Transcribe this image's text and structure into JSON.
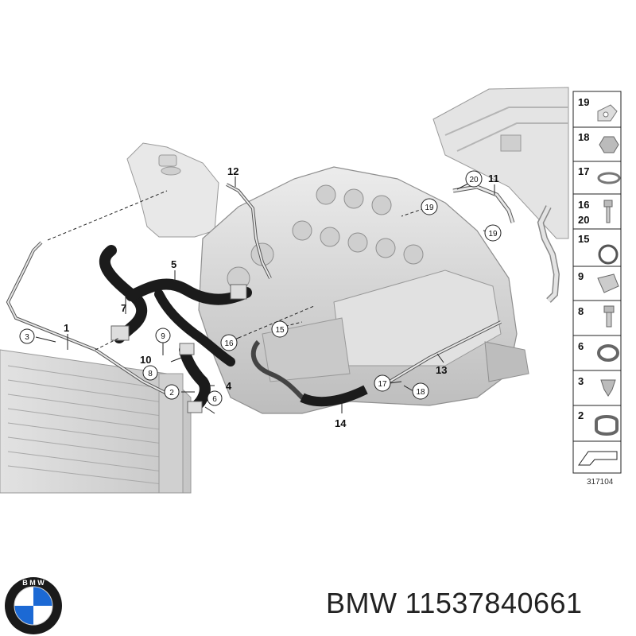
{
  "callouts": {
    "c1": "1",
    "c3": "3",
    "c5": "5",
    "c7": "7",
    "c9": "9",
    "c10": "10",
    "c8": "8",
    "c2": "2",
    "c4": "4",
    "c6": "6",
    "c12": "12",
    "c11": "11",
    "c13": "13",
    "c14": "14",
    "c15": "15",
    "c16": "16",
    "c17": "17",
    "c18": "18",
    "c19a": "19",
    "c19b": "19",
    "c20": "20"
  },
  "legend": {
    "r19": "19",
    "r18": "18",
    "r17": "17",
    "r16": "16",
    "r20": "20",
    "r15": "15",
    "r9": "9",
    "r8": "8",
    "r6": "6",
    "r3": "3",
    "r2": "2"
  },
  "diagram_code": "317104",
  "footer": {
    "brand": "BMW",
    "part_number": "11537840661"
  },
  "logo": {
    "text": "B M W",
    "colors": {
      "blue": "#1c69d4",
      "ring": "#1a1a1a",
      "white": "#ffffff"
    }
  },
  "colors": {
    "line": "#222222",
    "hose": "#1b1b1b",
    "engine": "#dcdcdc",
    "engine_dark": "#9a9a9a"
  }
}
